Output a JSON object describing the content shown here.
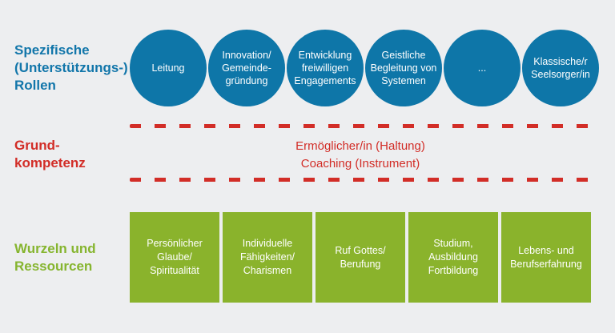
{
  "colors": {
    "background": "#edeef0",
    "blue_circle": "#0e76a8",
    "blue_label": "#1276aa",
    "red": "#d22d27",
    "green_box": "#8ab32c",
    "green_label": "#86b52f",
    "white_text": "#ffffff"
  },
  "rows": {
    "roles": {
      "label": "Spezifische\n(Unterstützungs-)\nRollen",
      "circles": [
        "Leitung",
        "Innovation/\nGemeinde-\ngründung",
        "Entwicklung\nfreiwilligen\nEngagements",
        "Geistliche\nBegleitung von\nSystemen",
        "...",
        "Klassische/r\nSeelsorger/in"
      ]
    },
    "competence": {
      "label": "Grund-\nkompetenz",
      "text": "Ermöglicher/in (Haltung)\nCoaching (Instrument)"
    },
    "resources": {
      "label": "Wurzeln und\nRessourcen",
      "boxes": [
        "Persönlicher\nGlaube/\nSpiritualität",
        "Individuelle\nFähigkeiten/\nCharismen",
        "Ruf Gottes/\nBerufung",
        "Studium,\nAusbildung\nFortbildung",
        "Lebens- und\nBerufserfahrung"
      ]
    }
  }
}
